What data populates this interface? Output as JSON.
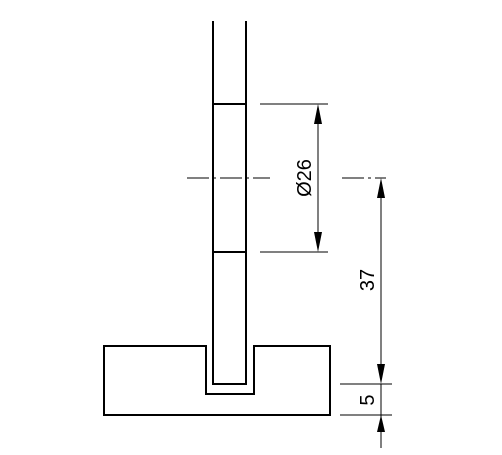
{
  "drawing": {
    "dimensions": {
      "diameter_label": "Ø26",
      "length_label": "37",
      "base_label": "5"
    }
  }
}
